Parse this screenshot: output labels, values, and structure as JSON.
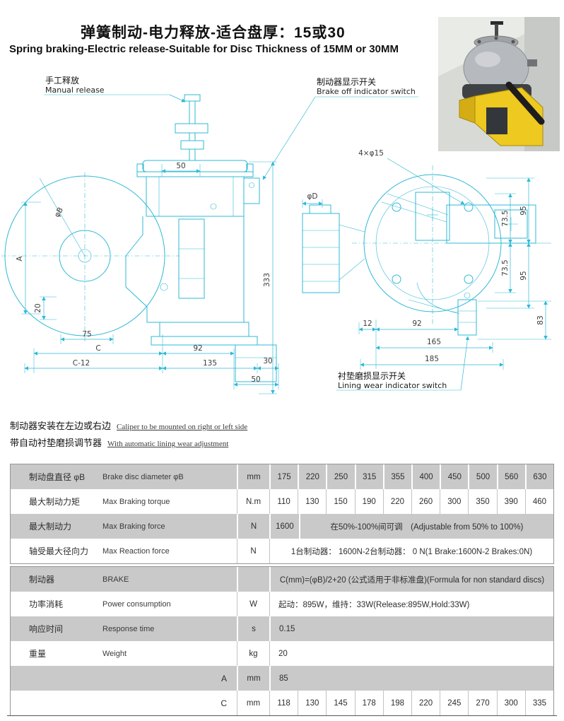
{
  "page": {
    "title_zh": "弹簧制动-电力释放-适合盘厚：15或30",
    "title_en": "Spring braking-Electric release-Suitable for Disc Thickness of 15MM or 30MM"
  },
  "colors": {
    "drawing_line": "#2fb9d6",
    "table_gray": "#c9c9c9"
  },
  "drawing": {
    "manual_release_zh": "手工释放",
    "manual_release_en": "Manual release",
    "brake_off_zh": "制动器显示开关",
    "brake_off_en": "Brake off indicator switch",
    "lining_wear_zh": "衬垫磨损显示开关",
    "lining_wear_en": "Lining wear indicator switch",
    "left_dims": {
      "top50": "50",
      "h333": "333",
      "phiB": "φB",
      "A": "A",
      "v20": "20",
      "b75": "75",
      "C": "C",
      "b92": "92",
      "Cminus12": "C-12",
      "b135": "135",
      "b30": "30",
      "b50": "50"
    },
    "right_dims": {
      "holes": "4×φ15",
      "phiD": "φD",
      "r735a": "73.5",
      "r95a": "95",
      "r735b": "73.5",
      "r95b": "95",
      "r83": "83",
      "b12": "12",
      "b92": "92",
      "b165": "165",
      "b185": "185"
    }
  },
  "notes": {
    "line1_zh": "制动器安装在左边或右边",
    "line1_en": "Caliper to be mounted on right or left side",
    "line2_zh": "带自动衬垫磨损调节器",
    "line2_en": "With automatic lining wear adjustment"
  },
  "table1": {
    "row1": {
      "zh": "制动盘直径  φB",
      "en": "Brake disc diameter  φB",
      "unit": "mm",
      "values": [
        "175",
        "220",
        "250",
        "315",
        "355",
        "400",
        "450",
        "500",
        "560",
        "630"
      ]
    },
    "row2": {
      "zh": "最大制动力矩",
      "en": "Max Braking torque",
      "unit": "N.m",
      "values": [
        "110",
        "130",
        "150",
        "190",
        "220",
        "260",
        "300",
        "350",
        "390",
        "460"
      ]
    },
    "row3": {
      "zh": "最大制动力",
      "en": "Max Braking force",
      "unit": "N",
      "first": "1600",
      "rest": "在50%-100%间可调　(Adjustable from 50% to 100%)"
    },
    "row4": {
      "zh": "轴受最大径向力",
      "en": "Max Reaction force",
      "unit": "N",
      "all": "1台制动器： 1600N-2台制动器： 0  N(1 Brake:1600N-2 Brakes:0N)"
    }
  },
  "table2": {
    "row1": {
      "zh": "制动器",
      "en": "BRAKE",
      "unit": "",
      "value": "C(mm)=(φB)/2+20 (公式适用于非标准盘)(Formula for non standard discs)"
    },
    "row2": {
      "zh": "功率消耗",
      "en": "Power consumption",
      "unit": "W",
      "value": "起动：895W，维持：33W(Release:895W,Hold:33W)"
    },
    "row3": {
      "zh": "响应时间",
      "en": "Response time",
      "unit": "s",
      "value": "0.15"
    },
    "row4": {
      "zh": "重量",
      "en": "Weight",
      "unit": "kg",
      "value": "20"
    },
    "row5": {
      "label": "A",
      "unit": "mm",
      "value": "85"
    },
    "row6": {
      "label": "C",
      "unit": "mm",
      "values": [
        "118",
        "130",
        "145",
        "178",
        "198",
        "220",
        "245",
        "270",
        "300",
        "335"
      ]
    }
  }
}
